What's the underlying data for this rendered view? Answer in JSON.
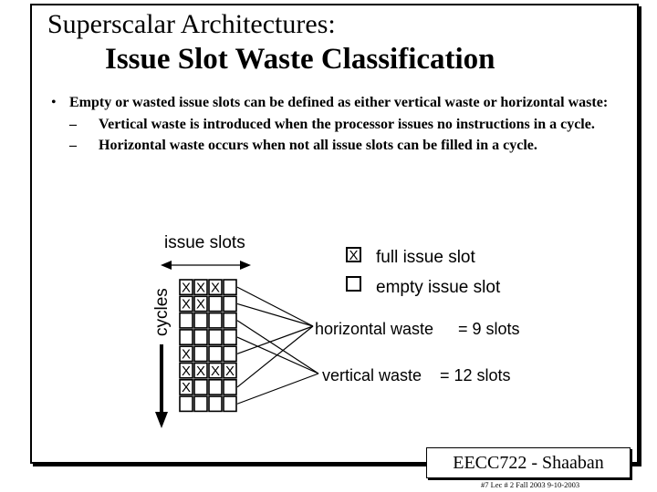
{
  "slide": {
    "supertitle": "Superscalar Architectures:",
    "title": "Issue Slot Waste Classification"
  },
  "bullets": [
    {
      "text": "Empty or wasted issue slots can be defined as either vertical waste or horizontal waste:",
      "sub": [
        "Vertical waste is introduced when the processor issues no instructions in a cycle.",
        "Horizontal waste occurs when not all issue slots can be filled in a cycle."
      ]
    }
  ],
  "diagram": {
    "issue_slots_label": "issue slots",
    "cycles_label": "cycles",
    "legend": {
      "full_marker": "X",
      "full_label": "full issue slot",
      "empty_label": "empty issue slot"
    },
    "horizontal_waste_label": "horizontal waste",
    "horizontal_waste_value": "= 9 slots",
    "vertical_waste_label": "vertical waste",
    "vertical_waste_value": "= 12 slots",
    "slot_marker": "X",
    "grid": [
      [
        1,
        1,
        1,
        0
      ],
      [
        1,
        1,
        0,
        0
      ],
      [
        0,
        0,
        0,
        0
      ],
      [
        0,
        0,
        0,
        0
      ],
      [
        1,
        0,
        0,
        0
      ],
      [
        1,
        1,
        1,
        1
      ],
      [
        1,
        0,
        0,
        0
      ],
      [
        0,
        0,
        0,
        0
      ]
    ]
  },
  "footer": {
    "course": "EECC722 - Shaaban",
    "sub": "#7   Lec # 2   Fall 2003  9-10-2003"
  }
}
